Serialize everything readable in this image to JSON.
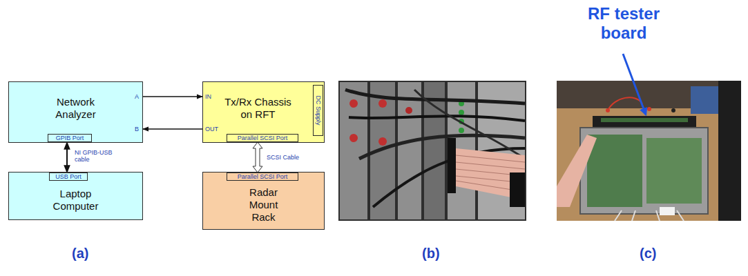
{
  "diagram": {
    "nodes": [
      {
        "text": [
          "Network Analyzer"
        ]
      },
      {
        "text": [
          "GPIB Port"
        ],
        "in": 0
      },
      {
        "text": [
          "Laptop Computer"
        ]
      },
      {
        "text": [
          "USB Port"
        ],
        "in": 2
      },
      {
        "text": [
          "Tx/Rx Chassis on RFT"
        ]
      },
      {
        "text": [
          "DC Supply"
        ],
        "in": 4
      },
      {
        "text": [
          "Parallel SCSI Port"
        ],
        "in": 4
      },
      {
        "text": [
          "Radar Mount Rack"
        ]
      },
      {
        "text": [
          "Parallel SCSI Port"
        ],
        "in": 7
      }
    ],
    "edges": [
      {
        "from": 0,
        "to": 4,
        "arrow": "to"
      },
      {
        "from": 4,
        "to": 0,
        "arrow": "to"
      },
      {
        "from": 1,
        "to": 3,
        "label": "NI GPIB-USB cable",
        "arrow": "both"
      },
      {
        "from": 6,
        "to": 8,
        "label": "SCSI Cable",
        "arrow": "both"
      }
    ],
    "labels": [
      "A",
      "B",
      "IN",
      "OUT",
      "RF tester board",
      "(a)",
      "(b)",
      "(c)"
    ]
  }
}
